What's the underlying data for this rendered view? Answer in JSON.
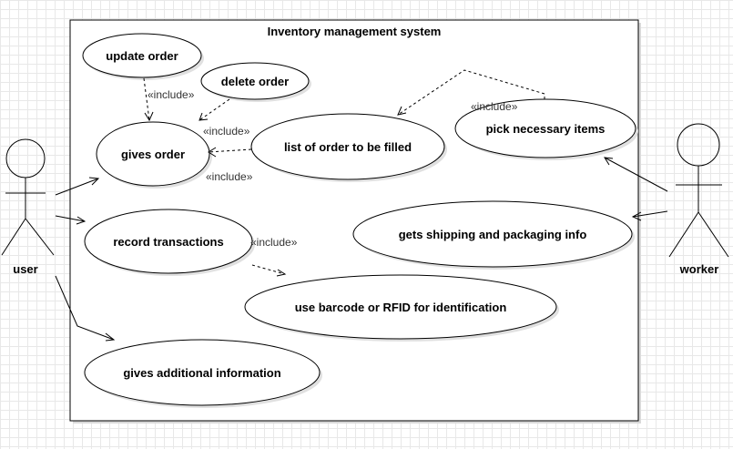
{
  "diagram": {
    "system_title": "Inventory management system",
    "include_label": "«include»",
    "actors": {
      "user": "user",
      "worker": "worker"
    },
    "use_cases": {
      "update_order": "update order",
      "delete_order": "delete order",
      "gives_order": "gives order",
      "list_of_order": "list of order to be filled",
      "pick_items": "pick necessary items",
      "record_transactions": "record transactions",
      "shipping_info": "gets shipping and packaging info",
      "barcode": "use barcode or RFID for identification",
      "additional_info": "gives additional information"
    }
  }
}
